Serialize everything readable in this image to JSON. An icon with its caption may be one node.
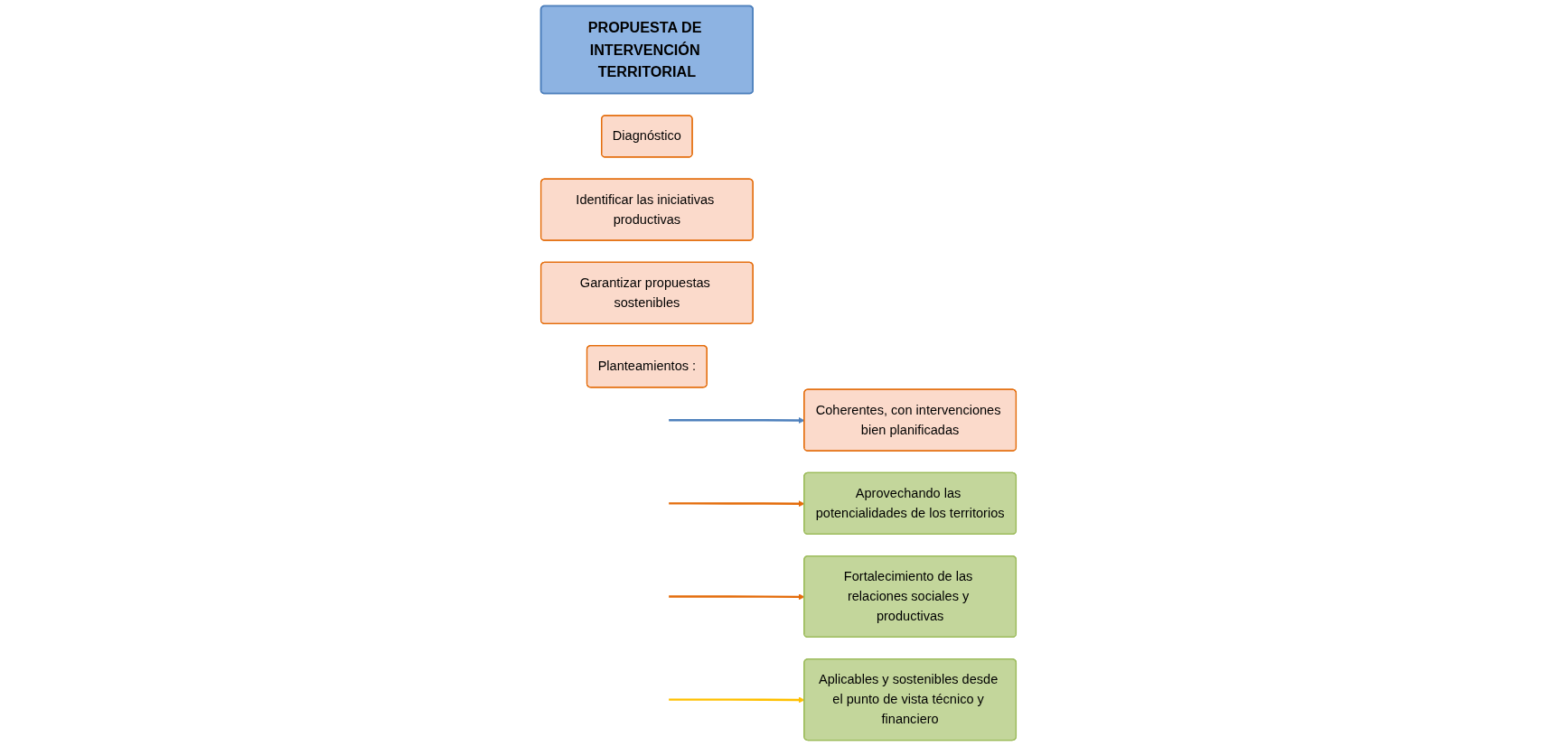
{
  "diagram": {
    "nodes": [
      {
        "text": [
          "PROPUESTA DE INTERVENCIÓN TERRITORIAL"
        ]
      },
      {
        "text": [
          "Diagnóstico"
        ]
      },
      {
        "text": [
          "Identificar las iniciativas productivas"
        ]
      },
      {
        "text": [
          "Garantizar propuestas sostenibles"
        ]
      },
      {
        "text": [
          "Planteamientos :"
        ]
      },
      {
        "text": [
          "Coherentes, con intervenciones bien planificadas"
        ]
      },
      {
        "text": [
          "Aprovechando las potencialidades de los territorios"
        ]
      },
      {
        "text": [
          "Fortalecimiento de las relaciones sociales y productivas"
        ]
      },
      {
        "text": [
          "Aplicables y sostenibles desde el punto de vista técnico y financiero"
        ]
      }
    ],
    "edges": [
      {
        "from": null,
        "to": 5,
        "arrow": "to",
        "color": "#4f81bd"
      },
      {
        "from": null,
        "to": 6,
        "arrow": "to"
      },
      {
        "from": null,
        "to": 7,
        "arrow": "to"
      },
      {
        "from": null,
        "to": 8,
        "arrow": "to",
        "color": "#ffc000"
      }
    ]
  }
}
